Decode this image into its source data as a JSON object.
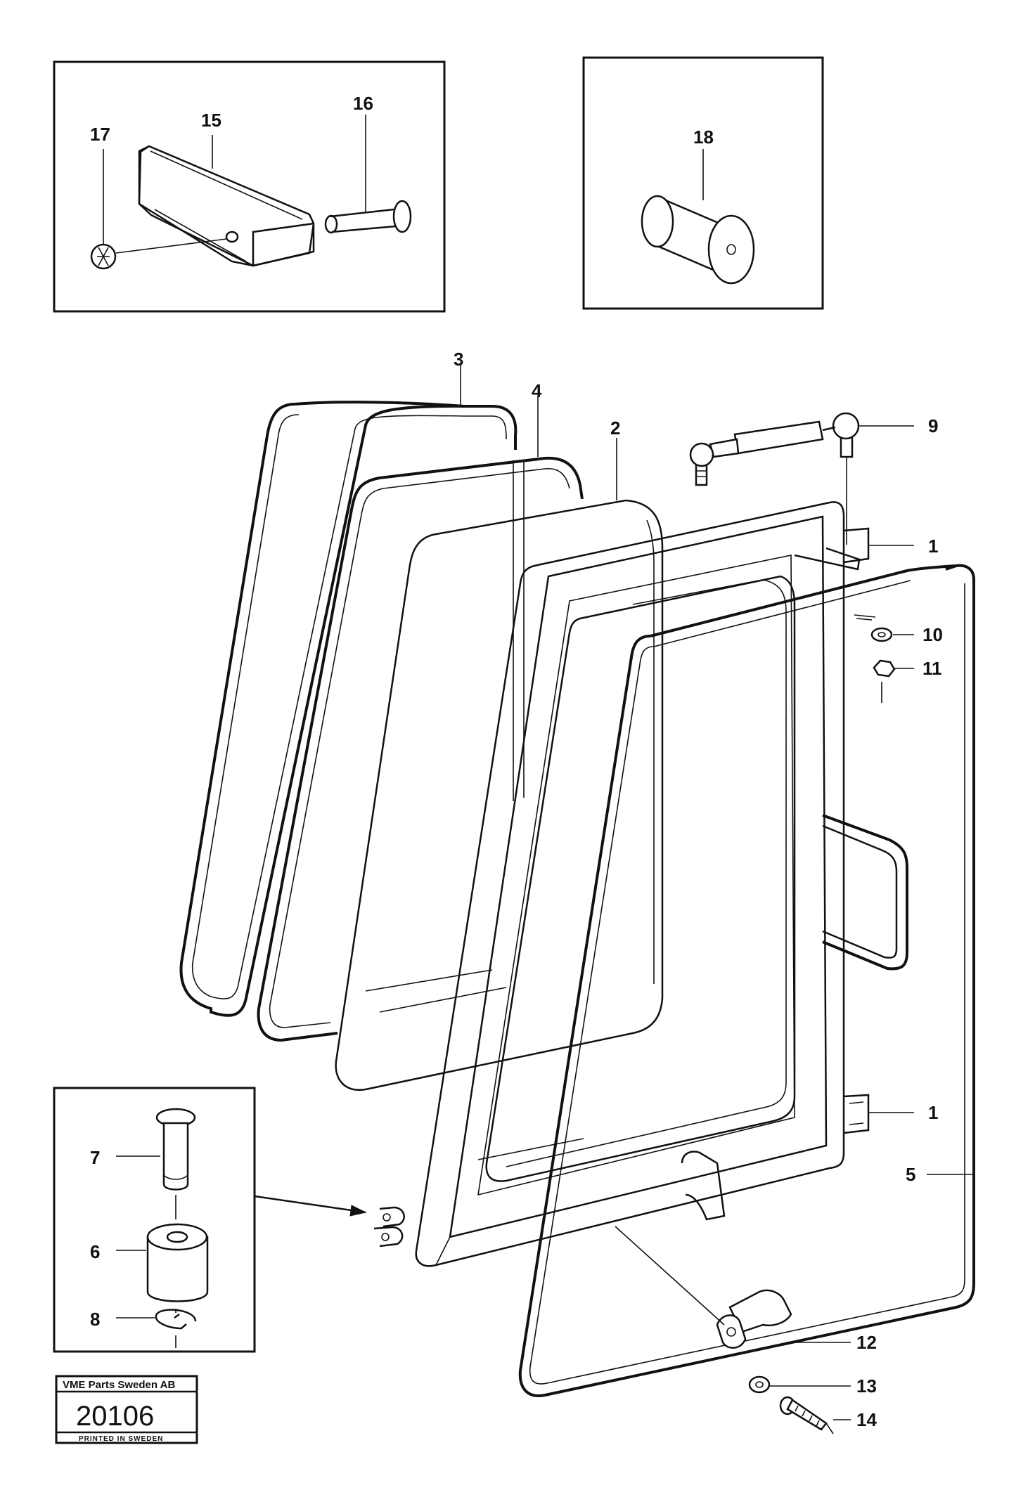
{
  "callouts": {
    "c1_upper": "1",
    "c1_lower": "1",
    "c2": "2",
    "c3": "3",
    "c4": "4",
    "c5": "5",
    "c6": "6",
    "c7": "7",
    "c8": "8",
    "c9": "9",
    "c10": "10",
    "c11": "11",
    "c12": "12",
    "c13": "13",
    "c14": "14",
    "c15": "15",
    "c16": "16",
    "c17": "17",
    "c18": "18"
  },
  "stamp": {
    "company": "VME Parts Sweden AB",
    "number": "20106",
    "printed": "PRINTED IN SWEDEN"
  }
}
